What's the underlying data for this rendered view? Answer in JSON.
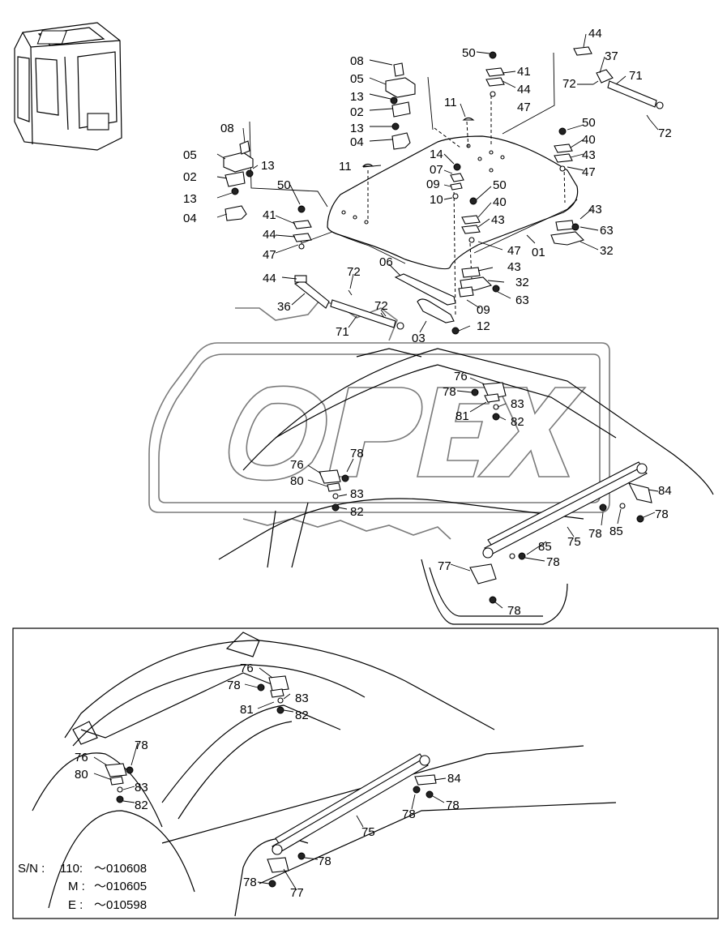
{
  "callouts_main": [
    {
      "label": "44"
    },
    {
      "label": "50"
    },
    {
      "label": "37"
    },
    {
      "label": "41"
    },
    {
      "label": "71"
    },
    {
      "label": "72"
    },
    {
      "label": "44"
    },
    {
      "label": "08"
    },
    {
      "label": "05"
    },
    {
      "label": "47"
    },
    {
      "label": "13"
    },
    {
      "label": "02"
    },
    {
      "label": "13"
    },
    {
      "label": "04"
    },
    {
      "label": "11"
    },
    {
      "label": "72"
    },
    {
      "label": "50"
    },
    {
      "label": "40"
    },
    {
      "label": "43"
    },
    {
      "label": "47"
    },
    {
      "label": "08"
    },
    {
      "label": "05"
    },
    {
      "label": "13"
    },
    {
      "label": "02"
    },
    {
      "label": "13"
    },
    {
      "label": "04"
    },
    {
      "label": "11"
    },
    {
      "label": "14"
    },
    {
      "label": "07"
    },
    {
      "label": "09"
    },
    {
      "label": "10"
    },
    {
      "label": "50"
    },
    {
      "label": "40"
    },
    {
      "label": "43"
    },
    {
      "label": "50"
    },
    {
      "label": "41"
    },
    {
      "label": "44"
    },
    {
      "label": "47"
    },
    {
      "label": "43"
    },
    {
      "label": "63"
    },
    {
      "label": "47"
    },
    {
      "label": "01"
    },
    {
      "label": "32"
    },
    {
      "label": "43"
    },
    {
      "label": "06"
    },
    {
      "label": "72"
    },
    {
      "label": "44"
    },
    {
      "label": "32"
    },
    {
      "label": "36"
    },
    {
      "label": "63"
    },
    {
      "label": "09"
    },
    {
      "label": "72"
    },
    {
      "label": "71"
    },
    {
      "label": "03"
    },
    {
      "label": "12"
    },
    {
      "label": "76"
    },
    {
      "label": "78"
    },
    {
      "label": "83"
    },
    {
      "label": "81"
    },
    {
      "label": "82"
    },
    {
      "label": "78"
    },
    {
      "label": "76"
    },
    {
      "label": "80"
    },
    {
      "label": "83"
    },
    {
      "label": "82"
    },
    {
      "label": "84"
    },
    {
      "label": "78"
    },
    {
      "label": "78"
    },
    {
      "label": "85"
    },
    {
      "label": "75"
    },
    {
      "label": "85"
    },
    {
      "label": "78"
    },
    {
      "label": "77"
    },
    {
      "label": "78"
    }
  ],
  "callouts_inset": [
    {
      "label": "76"
    },
    {
      "label": "78"
    },
    {
      "label": "83"
    },
    {
      "label": "81"
    },
    {
      "label": "82"
    },
    {
      "label": "78"
    },
    {
      "label": "76"
    },
    {
      "label": "80"
    },
    {
      "label": "83"
    },
    {
      "label": "82"
    },
    {
      "label": "84"
    },
    {
      "label": "78"
    },
    {
      "label": "78"
    },
    {
      "label": "75"
    },
    {
      "label": "78"
    },
    {
      "label": "78"
    },
    {
      "label": "77"
    }
  ],
  "serial_note": {
    "header": "S/N :",
    "rows": [
      {
        "model": "110:",
        "range": "～010608"
      },
      {
        "model": "M :",
        "range": "～010605"
      },
      {
        "model": "E :",
        "range": "～010598"
      }
    ]
  },
  "watermark": "OPEX",
  "colors": {
    "line": "#000000",
    "watermark": "#7a7a7a",
    "background": "#ffffff"
  }
}
